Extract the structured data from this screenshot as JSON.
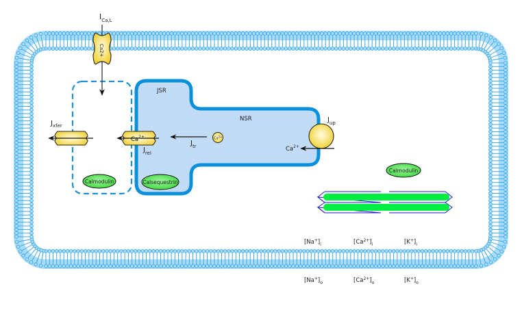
{
  "diagram": {
    "title": "Cardiac myocyte calcium handling schematic",
    "colors": {
      "membrane": "#3aa6e8",
      "membrane_light": "#a8dcf8",
      "sr_fill": "#c2dcf7",
      "sr_outline": "#0a8fdb",
      "dyad_dash": "#1e8fd6",
      "channel_fill": "#f5d43a",
      "channel_light": "#fff8cc",
      "protein_fill": "#4fe34f",
      "filament_green": "#00ee44",
      "filament_outline": "#1a1acc",
      "arrow": "#111111"
    },
    "currents": {
      "ical": {
        "main": "I",
        "sub": "Ca,L",
        "channel_text": "Ca2+"
      },
      "jxfer": {
        "main": "J",
        "sub": "xfer"
      },
      "jrel": {
        "main": "J",
        "sub": "rel",
        "channel_text_main": "Ca",
        "channel_text_sup": "2+"
      },
      "jtr": {
        "main": "J",
        "sub": "tr",
        "ion_main": "Ca",
        "ion_sup": "2+"
      },
      "jup": {
        "main": "J",
        "sub": "up",
        "ion_main": "Ca",
        "ion_sup": "2+"
      }
    },
    "compartments": {
      "jsr": "JSR",
      "nsr": "NSR"
    },
    "proteins": {
      "calmodulin_dyad": "Calmodulin",
      "calsequestrin": "Calsequestrin",
      "calmodulin_cyto": "Calmodulin"
    },
    "concentrations": {
      "intracellular": [
        {
          "open": "[Na",
          "sup": "+",
          "close": "]",
          "sub": "i"
        },
        {
          "open": "[Ca",
          "sup": "2+",
          "close": "]",
          "sub": "i"
        },
        {
          "open": "[K",
          "sup": "+",
          "close": "]",
          "sub": "i"
        }
      ],
      "extracellular": [
        {
          "open": "[Na",
          "sup": "+",
          "close": "]",
          "sub": "o"
        },
        {
          "open": "[Ca",
          "sup": "2+",
          "close": "]",
          "sub": "o"
        },
        {
          "open": "[K",
          "sup": "+",
          "close": "]",
          "sub": "o"
        }
      ]
    }
  }
}
